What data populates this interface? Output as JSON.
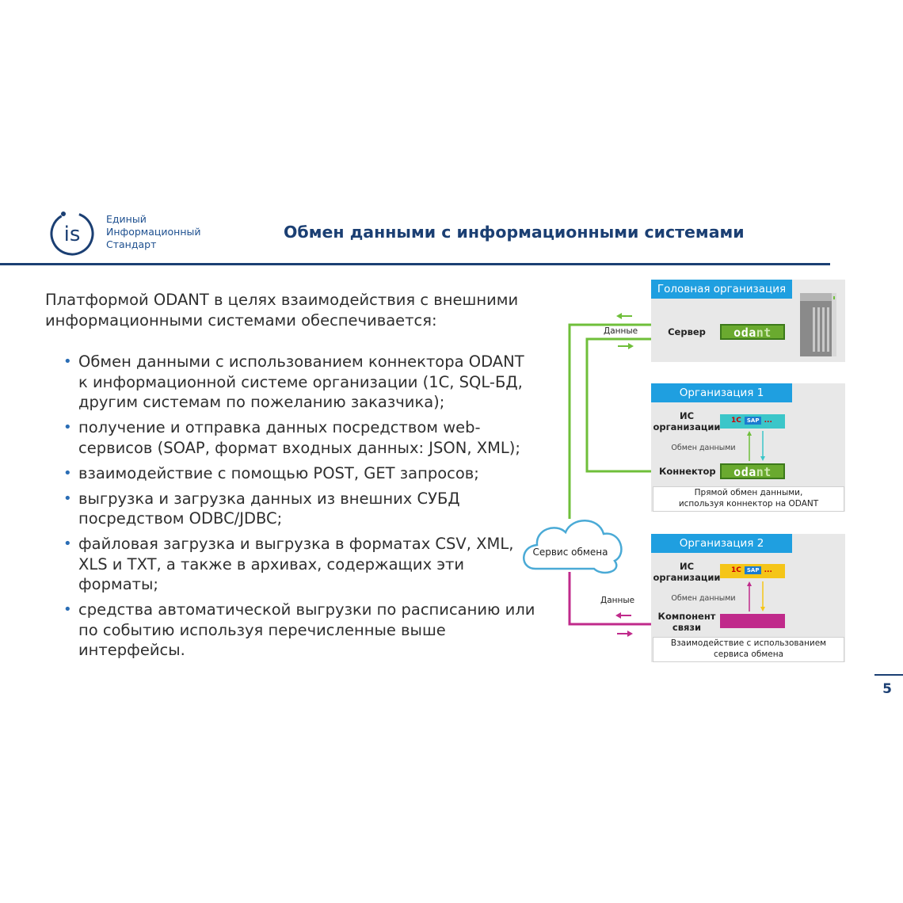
{
  "header": {
    "logo_lines": [
      "Единый",
      "Информационный",
      "Стандарт"
    ],
    "title": "Обмен данными с информационными системами"
  },
  "intro": "Платформой ODANT в целях взаимодействия с внешними информационными системами обеспечивается:",
  "bullets": [
    "Обмен данными с использованием коннектора ODANT к информационной системе организации (1С, SQL-БД, другим системам по пожеланию заказчика);",
    "получение и отправка данных посредством web-сервисов (SOAP, формат входных данных: JSON, XML);",
    "взаимодействие с помощью POST, GET запросов;",
    "выгрузка и загрузка данных из внешних СУБД посредством ODBC/JDBC;",
    "файловая загрузка и выгрузка в форматах CSV, XML, XLS и TXT, а также в архивах, содержащих эти форматы;",
    "средства автоматической выгрузки по расписанию или по событию используя перечисленные выше интерфейсы."
  ],
  "diagram": {
    "head_org": {
      "title": "Головная организация",
      "server_label": "Сервер",
      "data_label": "Данные"
    },
    "org1": {
      "title": "Организация 1",
      "is_label_1": "ИС",
      "is_label_2": "организации",
      "exchange": "Обмен данными",
      "connector_label": "Коннектор",
      "note_1": "Прямой обмен данными,",
      "note_2": "используя коннектор на ODANT"
    },
    "org2": {
      "title": "Организация 2",
      "is_label_1": "ИС",
      "is_label_2": "организации",
      "exchange": "Обмен данными",
      "component_1": "Компонент",
      "component_2": "связи",
      "data_label": "Данные",
      "note_1": "Взаимодействие с использованием",
      "note_2": "сервиса обмена"
    },
    "logo_odant_a": "oda",
    "logo_odant_b": "nt",
    "is_1c": "1С",
    "is_sap": "SAP",
    "is_more": "...",
    "cloud": "Сервис обмена",
    "colors": {
      "green": "#6fbf3a",
      "magenta": "#c02a8b",
      "blue": "#1f9fe0",
      "yellow": "#f5c518",
      "cyan": "#3bc6c9"
    }
  },
  "page_number": "5"
}
